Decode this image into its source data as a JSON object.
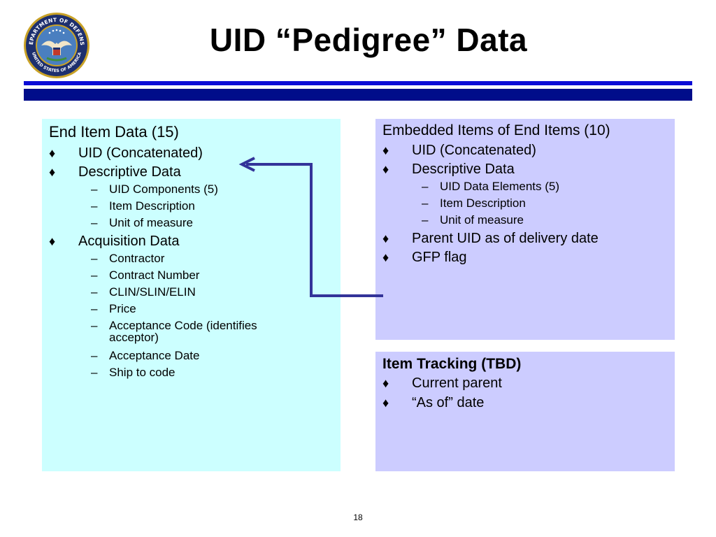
{
  "title": "UID “Pedigree” Data",
  "seal_text": {
    "top": "DEPARTMENT OF DEFENSE",
    "bottom": "UNITED STATES OF AMERICA"
  },
  "colors": {
    "rule_thin": "#0b0bd6",
    "rule_thick": "#000d8a",
    "left_box_bg": "#ccffff",
    "right_box_bg": "#ccccff",
    "arrow": "#333399"
  },
  "end_item": {
    "heading": "End Item Data (15)",
    "bullet_icon": "diamond-bullet",
    "items": [
      {
        "label": "UID (Concatenated)",
        "subs": []
      },
      {
        "label": "Descriptive Data",
        "subs": [
          "UID Components (5)",
          "Item Description",
          "Unit of measure"
        ]
      },
      {
        "label": "Acquisition Data",
        "subs": [
          "Contractor",
          "Contract Number",
          "CLIN/SLIN/ELIN",
          "Price",
          "Acceptance Code (identifies acceptor)",
          "Acceptance Date",
          "Ship to code"
        ]
      }
    ]
  },
  "embedded": {
    "heading": "Embedded Items of End Items (10)",
    "items": [
      {
        "label": "UID (Concatenated)",
        "subs": []
      },
      {
        "label": "Descriptive Data",
        "subs": [
          "UID Data Elements (5)",
          "Item Description",
          "Unit of measure"
        ]
      },
      {
        "label": "Parent UID as of delivery date",
        "subs": []
      },
      {
        "label": "GFP flag",
        "subs": []
      }
    ]
  },
  "tracking": {
    "heading": "Item Tracking (TBD)",
    "items": [
      {
        "label": "Current parent",
        "subs": []
      },
      {
        "label": "“As of” date",
        "subs": []
      }
    ]
  },
  "page_number": "18"
}
